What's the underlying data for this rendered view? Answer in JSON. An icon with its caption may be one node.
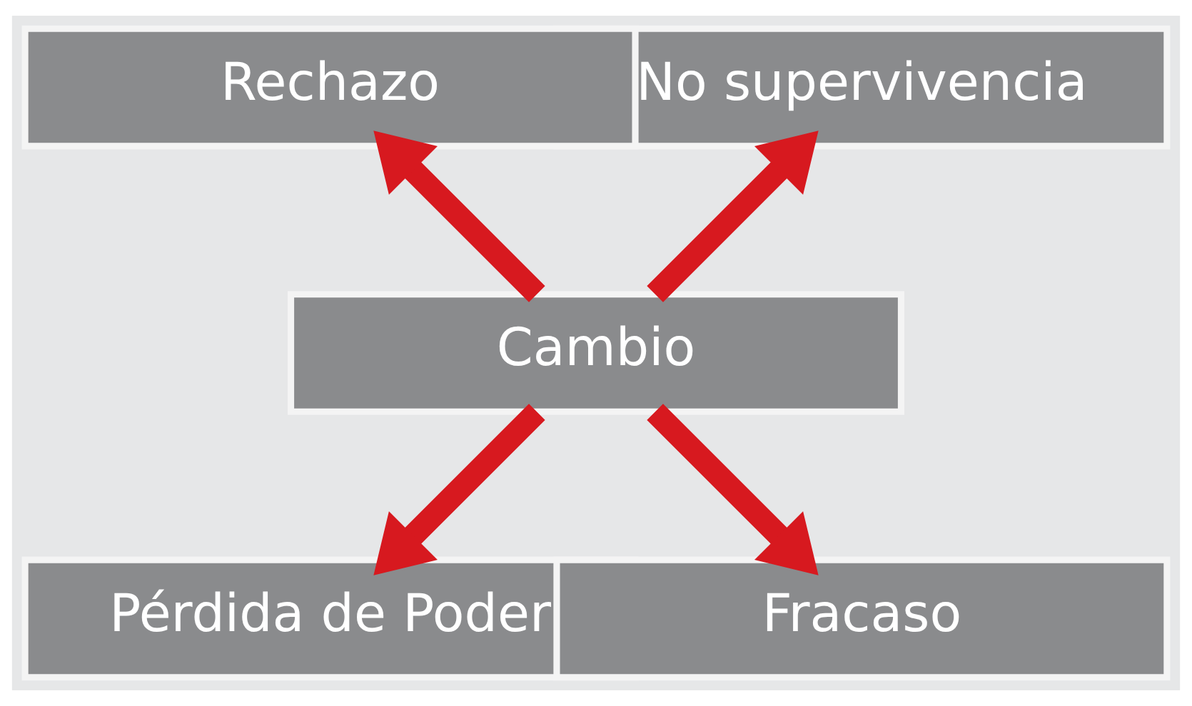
{
  "diagram": {
    "nodes": [
      {
        "text": [
          "No supervivencia"
        ]
      },
      {
        "text": [
          "Rechazo"
        ]
      },
      {
        "text": [
          "Cambio"
        ]
      },
      {
        "text": [
          "Pérdida de Poder"
        ]
      },
      {
        "text": [
          "Fracaso"
        ]
      }
    ],
    "edges": [
      {
        "from": 2,
        "to": 0,
        "arrow": "to"
      },
      {
        "from": 2,
        "to": 1,
        "arrow": "to"
      },
      {
        "from": 2,
        "to": 3,
        "arrow": "to"
      },
      {
        "from": 2,
        "to": 4,
        "arrow": "to"
      }
    ]
  }
}
